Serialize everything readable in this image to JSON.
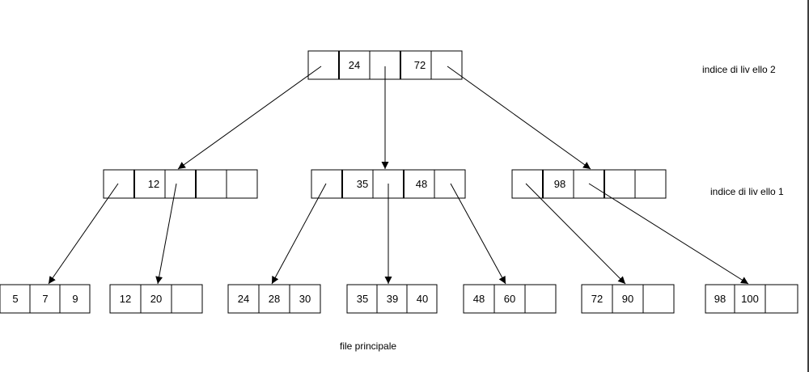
{
  "labels": {
    "level2": "indice di liv ello 2",
    "level1": "indice di liv ello 1",
    "file": "file principale"
  },
  "root": {
    "keys": [
      "24",
      "72"
    ]
  },
  "level1": [
    {
      "keys": [
        "12",
        "",
        ""
      ]
    },
    {
      "keys": [
        "35",
        "48"
      ]
    },
    {
      "keys": [
        "98",
        "",
        ""
      ]
    }
  ],
  "leaves": [
    {
      "values": [
        "5",
        "7",
        "9"
      ]
    },
    {
      "values": [
        "12",
        "20",
        ""
      ]
    },
    {
      "values": [
        "24",
        "28",
        "30"
      ]
    },
    {
      "values": [
        "35",
        "39",
        "40"
      ]
    },
    {
      "values": [
        "48",
        "60",
        ""
      ]
    },
    {
      "values": [
        "72",
        "90",
        ""
      ]
    },
    {
      "values": [
        "98",
        "100",
        ""
      ]
    }
  ]
}
